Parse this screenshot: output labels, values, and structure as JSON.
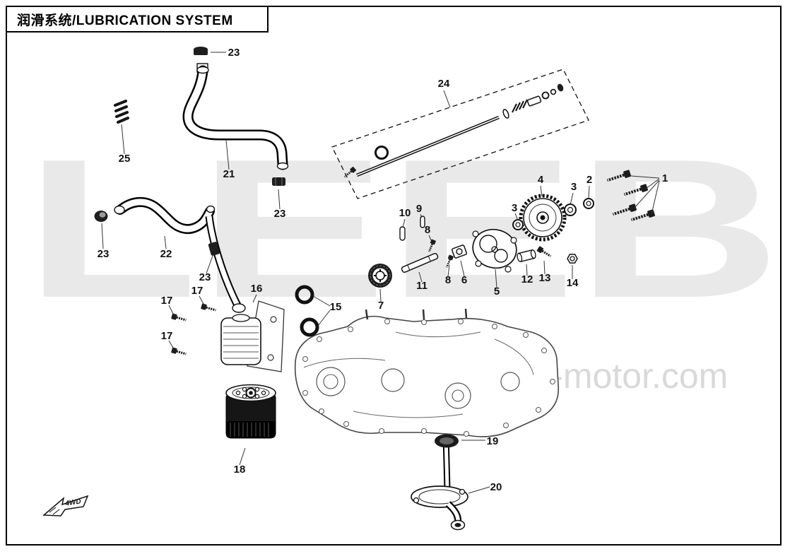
{
  "page": {
    "title": "润滑系统/LUBRICATION SYSTEM"
  },
  "watermark": {
    "brand": "LEEB",
    "site": "leeb-motor.com"
  },
  "badge": {
    "label": "4WD"
  },
  "callouts": [
    "23",
    "24",
    "25",
    "21",
    "1",
    "2",
    "3",
    "4",
    "3",
    "23",
    "10",
    "9",
    "8",
    "23",
    "22",
    "23",
    "16",
    "17",
    "17",
    "17",
    "15",
    "7",
    "11",
    "8",
    "6",
    "5",
    "12",
    "13",
    "14",
    "18",
    "19",
    "20"
  ]
}
